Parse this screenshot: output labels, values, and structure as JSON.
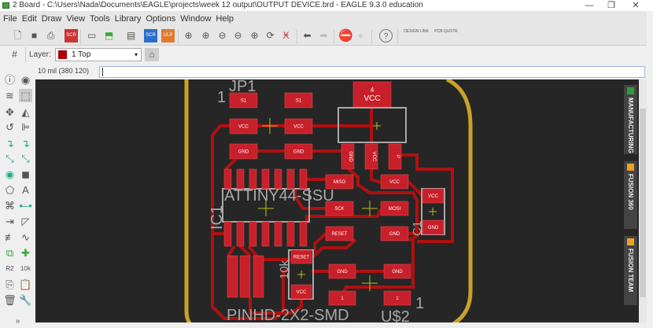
{
  "window": {
    "title": "2 Board - C:\\Users\\Nada\\Documents\\EAGLE\\projects\\week 12 output\\OUTPUT DEVICE.brd - EAGLE 9.3.0 education",
    "minimize": "—",
    "restore": "❐",
    "close": "✕"
  },
  "menu": [
    "File",
    "Edit",
    "Draw",
    "View",
    "Tools",
    "Library",
    "Options",
    "Window",
    "Help"
  ],
  "toolbar": {
    "scr": "SCR",
    "ulp": "ULP",
    "design_link": "DESIGN LINK",
    "pcb_quote": "PCB QUOTE",
    "help": "?"
  },
  "layer": {
    "label": "Layer:",
    "value": "1 Top",
    "color": "#a00000"
  },
  "command": {
    "coords": "10 mil (380 120)",
    "value": ""
  },
  "side_panels": [
    {
      "label": "MANUFACTURING",
      "color": "#2e9d3a"
    },
    {
      "label": "FUSION 360",
      "color": "#f0a020"
    },
    {
      "label": "FUSION TEAM",
      "color": "#f0a020"
    }
  ],
  "board": {
    "labels": {
      "jp1": "JP1",
      "one_a": "1",
      "attiny": "ATTINY44-SSU",
      "ic1": "IC1",
      "pinhd": "PINHD-2X2-SMD",
      "r10k": "10k",
      "c1": "C1",
      "us2": "U$2",
      "one_b": "1",
      "reg_num": "4",
      "reg_vcc": "VCC"
    },
    "pads": {
      "s1a": "S1",
      "s1b": "S1",
      "vcca": "VCC",
      "vccb": "VCC",
      "gnda": "GND",
      "gndb": "GND",
      "rg_gnd": "GND",
      "rg_vcc": "VCC",
      "rg_p": "P",
      "miso": "MISO",
      "sck": "SCK",
      "mosi": "MOSI",
      "reset": "RESET",
      "gndc": "GND",
      "vccc": "VCC",
      "c_vcc": "VCC",
      "c_gnd": "GND",
      "r_reset": "RESET",
      "r_vcc": "VCC",
      "gndd": "GND",
      "gnde": "GND",
      "p1a": "1",
      "p1b": "1"
    }
  }
}
